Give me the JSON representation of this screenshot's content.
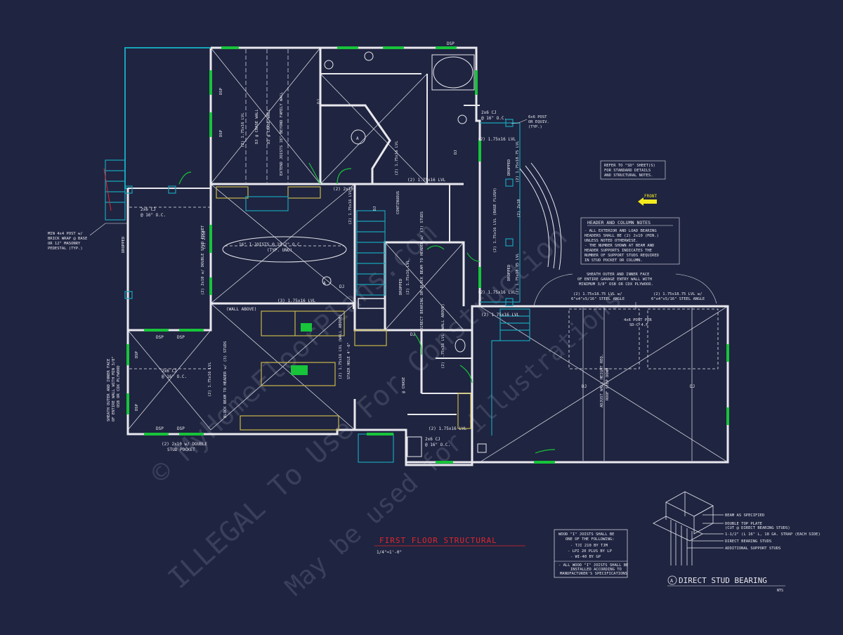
{
  "colors": {
    "background": "#1f2440",
    "wall": "#e8e8ee",
    "window": "#17c43a",
    "stair": "#17a4b8",
    "cabinet": "#c9b74a",
    "title": "#e0262d",
    "watermark": "#3a3f5a",
    "front_arrow": "#f4ea1e"
  },
  "drawing": {
    "title": "FIRST FLOOR STRUCTURAL",
    "scale": "1/4\"=1'-0\""
  },
  "labels": {
    "dsp": "DSP",
    "dj": "DJ",
    "cj_2x6": "2x6 CJ",
    "oc_16": "@ 16\" O.C.",
    "lvl_175x16": "(2) 1.75x16 LVL",
    "lvl_3": "(3) 1.75x16 LVL",
    "wall_above": "(WALL ABOVE)",
    "i_joists": "16\" I-JOISTS @ 19.2\" O.C.",
    "typ_uno": "(TYP. UNO)",
    "dj_chase1": "DJ @ CHASE WALL",
    "dj_chase2": "DJ @ CHASE WALL",
    "extend_joists": "EXTEND JOISTS 18\" BEYOND FAMILY WALL",
    "double_stud": "(2) 2x10 w/ DOUBLE STUD POCKET",
    "double_stud_bottom": "(2) 2x10 w/ DOUBLE",
    "stud_pocket": "STUD POCKET",
    "block_beam": "BLOCK BEAM TO HEADER w/ (3) STUDS",
    "direct_bearing": "DIRECT BEARING OR BLOCK BEAM TO HEADER w/ (3) STUDS",
    "dropped": "DROPPED",
    "flush_beam": "(2) 1.75x16 LVL (BASE FLUSH)",
    "lvl_1875": "(2) 1.75x18.75 LVL",
    "lvl_2x10": "(2) 2x10",
    "min_post": [
      "MIN 4x4 POST w/",
      "BRICK WRAP @ BASE",
      "OR 12\" MASONRY",
      "PEDESTAL (TYP.)"
    ],
    "post_6x6": [
      "6x6 POST",
      "OR EQUIV.",
      "(TYP.)"
    ],
    "refer_sd": [
      "REFER TO \"SD\" SHEET(S)",
      "FOR STANDARD DETAILS",
      "AND STRUCTURAL NOTES."
    ],
    "front": "FRONT",
    "header_notes_title": "HEADER AND COLUMN NOTES",
    "header_notes": [
      "- ALL EXTERIOR AND LOAD BEARING",
      "  HEADERS SHALL BE (2) 2x10 (MIN.)",
      "  UNLESS NOTED OTHERWISE.",
      "- THE NUMBER SHOWN AT BEAM AND",
      "  HEADER SUPPORTS INDICATES THE",
      "  NUMBER OF SUPPORT STUDS REQUIRED",
      "  IN STUD POCKET OR COLUMN."
    ],
    "sheath_garage": [
      "SHEATH OUTER AND INNER FACE",
      "OF ENTIRE GARAGE ENTRY WALL WITH",
      "MINIMUM 3/8\" OSB OR CDX PLYWOOD."
    ],
    "steel_left": [
      "(2) 1.75x18.75 LVL w/",
      "6\"x4\"x5/16\" STEEL ANGLE"
    ],
    "steel_right": [
      "(2) 1.75x18.75 LVL w/",
      "6\"x4\"x5/16\" STEEL ANGLE"
    ],
    "post_sd": [
      "4x6 POST PER",
      "SD-C 4.F"
    ],
    "adjust_wall": [
      "ADJUST WALL HEIGHT REQ.",
      "ROOF STEP DOWN"
    ],
    "sheath_left": [
      "SHEATH OUTER AND INNER FACE",
      "OF ENTIRE WALL WITH MIN 3/8\"",
      "OSB OR CDX PLYWOOD"
    ],
    "stair_hole": "STAIR HOLE 4'-6\"",
    "continuous": "CONTINUOUS",
    "stepdn": "STEP DOWN",
    "chase": "@ CHASE",
    "wall_above_v": "(2) 1.75x16 LVL (WALL ABOVE)"
  },
  "wood_notes": {
    "title_lines": [
      "WOOD \"I\" JOISTS SHALL BE",
      "ONE OF THE FOLLOWING:"
    ],
    "items": [
      "- TJI 210 BY TJM",
      "- LPI 20 PLUS BY LP",
      "- WI-40 BY GP"
    ],
    "footer": [
      "- ALL WOOD \"I\" JOISTS SHALL BE",
      "INSTALLED ACCORDING TO",
      "MANUFACTURER'S SPECIFICATIONS"
    ]
  },
  "detail": {
    "marker": "A",
    "title": "DIRECT STUD BEARING",
    "scale": "NTS",
    "callouts": [
      "BEAM AS SPECIFIED",
      "DOUBLE TOP PLATE",
      "(CUT @ DIRECT BEARING STUDS)",
      "1-1/2\" (L 16\" L, 18 GA. STRAP (EACH SIDE)",
      "DIRECT BEARING STUDS",
      "ADDITIONAL SUPPORT STUDS"
    ]
  },
  "watermarks": [
    "© MyHomeFloorPlans.com",
    "ILLEGAL To Use For Construction",
    "May be used for illustrations"
  ]
}
